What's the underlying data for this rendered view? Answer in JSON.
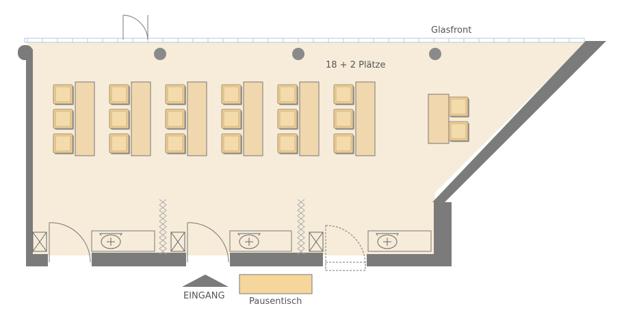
{
  "labels": {
    "glass_front": "Glasfront",
    "capacity": "18 + 2 Plätze",
    "entrance": "EINGANG",
    "break_table": "Pausentisch"
  },
  "colors": {
    "floor": "#f6ecd9",
    "wall": "#7b7b7b",
    "chair": "#f0cf93",
    "table": "#f1d7ae",
    "text": "#555555",
    "pillar": "#8a8a8a",
    "glass": "#b7c8d8",
    "break_table": "#f5d79b"
  },
  "icons": [
    "door-swing-icon",
    "sink-icon",
    "cabinet-x-icon",
    "column-pillar-icon",
    "entrance-arrow-icon"
  ]
}
